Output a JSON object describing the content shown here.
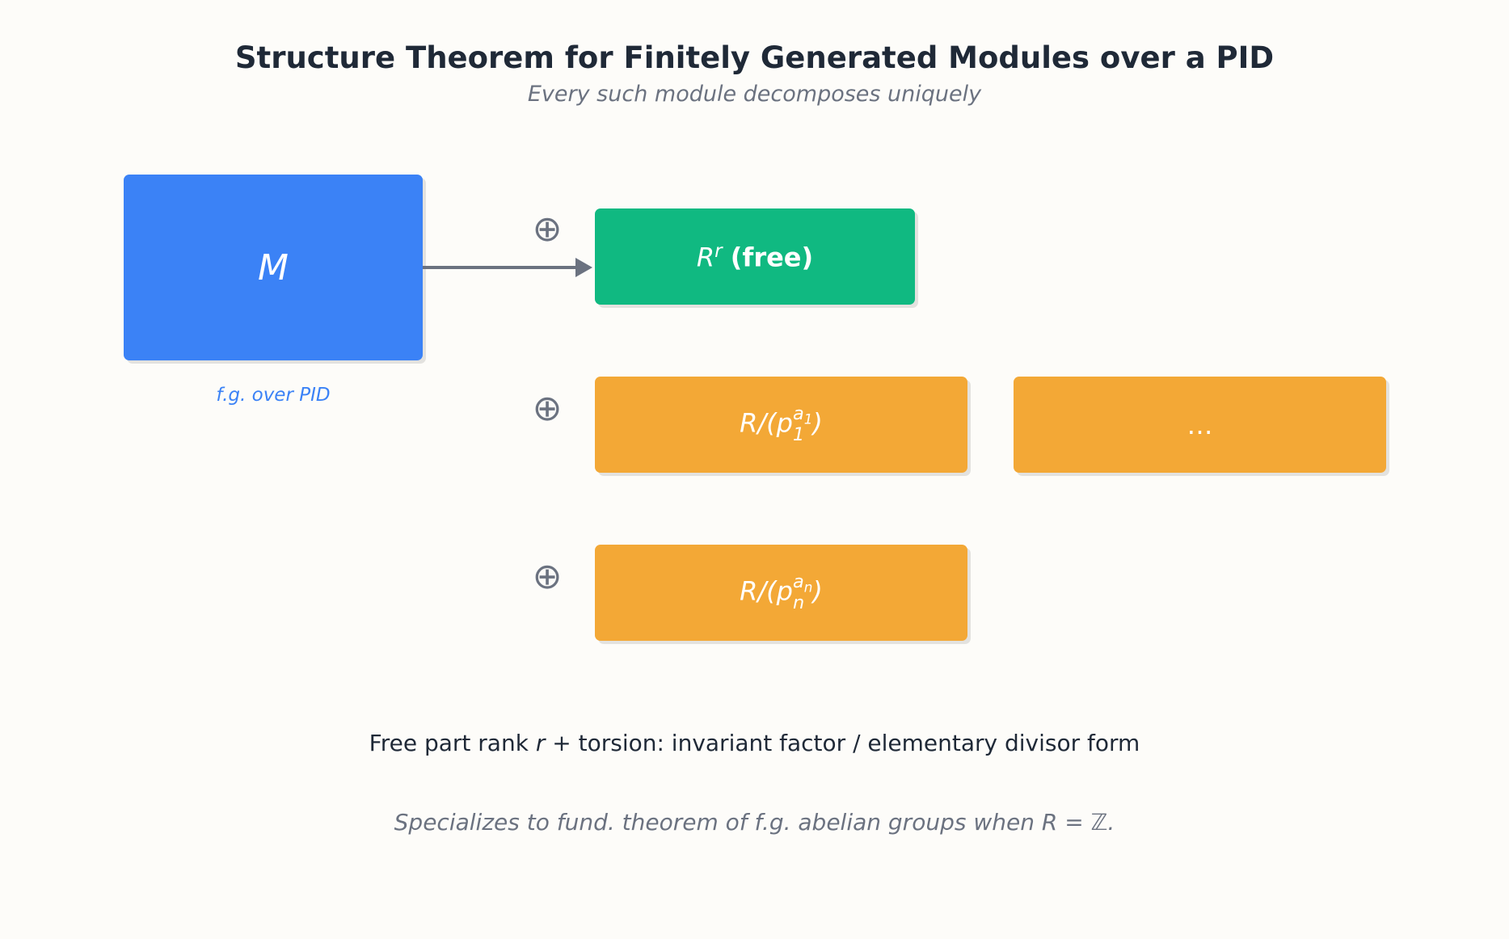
{
  "title": "Structure Theorem for Finitely Generated Modules over a PID",
  "subtitle": "Every such module decomposes uniquely",
  "colors": {
    "module": "#3b82f6",
    "free": "#10b981",
    "torsion": "#f3a836",
    "operator": "#6b7280",
    "title": "#1f2937"
  },
  "module": {
    "symbol": "M",
    "caption": "f.g. over PID"
  },
  "operator_symbol": "⊕",
  "free_part": {
    "base": "R",
    "exponent": "r",
    "label": "(free)"
  },
  "torsion": [
    {
      "prefix": "R/(",
      "base": "p",
      "index": "1",
      "exponent_base": "a",
      "exponent_index": "1",
      "suffix": ")"
    },
    {
      "prefix": "R/(",
      "base": "p",
      "index": "n",
      "exponent_base": "a",
      "exponent_index": "n",
      "suffix": ")"
    }
  ],
  "ellipsis": "…",
  "note": {
    "before": "Free part rank ",
    "variable": "r",
    "after": " + torsion: invariant factor / elementary divisor form"
  },
  "footnote": "Specializes to fund. theorem of f.g. abelian groups when R = ℤ."
}
